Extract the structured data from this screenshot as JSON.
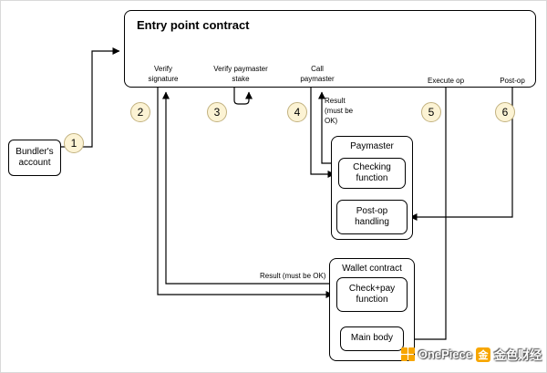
{
  "colors": {
    "accent_gold": "#f7a600",
    "step_fill": "#fcf3d4",
    "step_border": "#c2b280"
  },
  "entry_point": {
    "title": "Entry point contract"
  },
  "bundler": {
    "label": "Bundler's\naccount"
  },
  "steps": [
    {
      "num": "1"
    },
    {
      "num": "2"
    },
    {
      "num": "3"
    },
    {
      "num": "4"
    },
    {
      "num": "5"
    },
    {
      "num": "6"
    }
  ],
  "ports": {
    "verify_signature": "Verify\nsignature",
    "verify_paymaster_stake": "Verify paymaster\nstake",
    "call_paymaster": "Call\npaymaster",
    "execute_op": "Execute op",
    "post_op": "Post-op"
  },
  "annotations": {
    "result_must_be_ok_vertical": "Result\n(must be\nOK)",
    "result_must_be_ok": "Result (must be OK)"
  },
  "paymaster": {
    "title": "Paymaster",
    "checking_function": "Checking\nfunction",
    "post_op_handling": "Post-op\nhandling"
  },
  "wallet": {
    "title": "Wallet contract",
    "check_pay_function": "Check+pay\nfunction",
    "main_body": "Main body"
  },
  "watermark": {
    "brand": "OnePiece",
    "logo_char": "金",
    "site": "金色财经"
  }
}
